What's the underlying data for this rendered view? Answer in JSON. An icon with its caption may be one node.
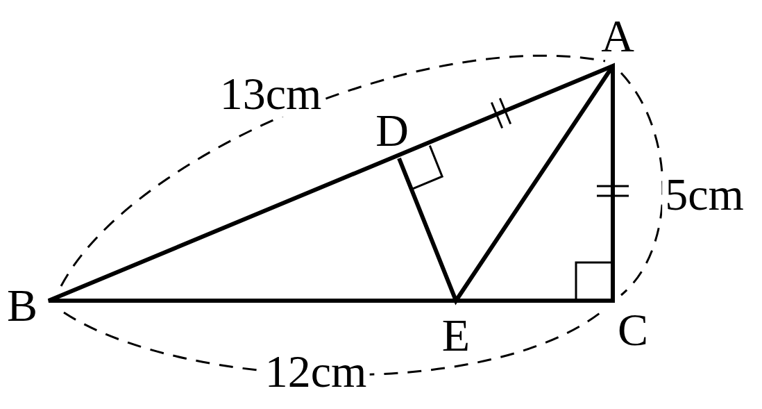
{
  "diagram": {
    "labels": [
      "A",
      "13cm",
      "D",
      "5cm",
      "B",
      "E",
      "C",
      "12cm"
    ]
  }
}
